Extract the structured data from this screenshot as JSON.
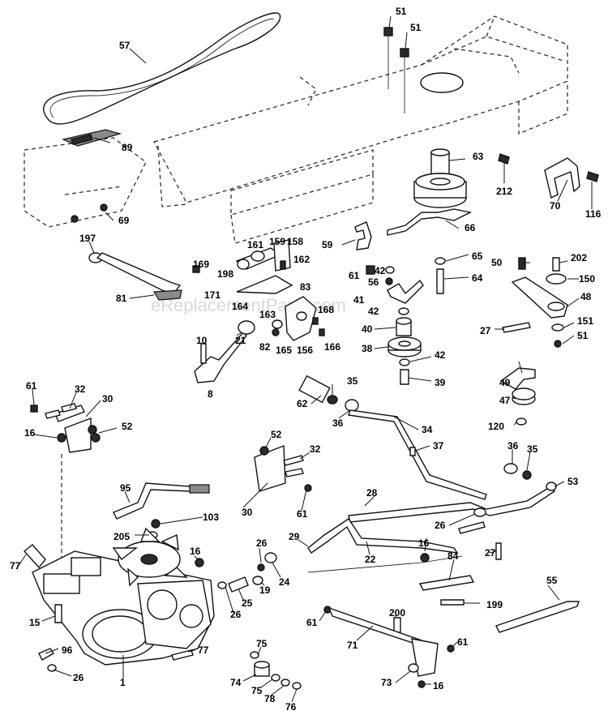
{
  "watermark": "eReplacementParts.com",
  "labels": [
    "57",
    "51",
    "51",
    "89",
    "63",
    "212",
    "70",
    "116",
    "66",
    "69",
    "197",
    "59",
    "159",
    "158",
    "161",
    "162",
    "198",
    "169",
    "61",
    "42",
    "56",
    "65",
    "64",
    "50",
    "202",
    "150",
    "48",
    "81",
    "83",
    "171",
    "164",
    "163",
    "168",
    "41",
    "42",
    "40",
    "82",
    "165",
    "156",
    "166",
    "27",
    "151",
    "51",
    "10",
    "21",
    "38",
    "42",
    "39",
    "8",
    "49",
    "47",
    "61",
    "32",
    "30",
    "52",
    "35",
    "62",
    "36",
    "34",
    "120",
    "16",
    "37",
    "52",
    "32",
    "36",
    "35",
    "95",
    "103",
    "30",
    "61",
    "28",
    "53",
    "205",
    "26",
    "29",
    "26",
    "27",
    "16",
    "22",
    "77",
    "24",
    "19",
    "25",
    "26",
    "15",
    "84",
    "55",
    "16",
    "199",
    "200",
    "61",
    "96",
    "77",
    "75",
    "71",
    "61",
    "26",
    "74",
    "75",
    "1",
    "78",
    "73",
    "16",
    "76"
  ]
}
